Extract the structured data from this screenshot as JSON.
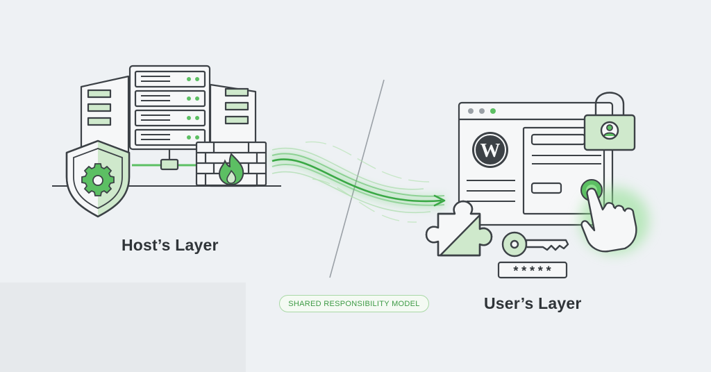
{
  "host_layer": {
    "title": "Host’s Layer"
  },
  "user_layer": {
    "title": "User’s Layer",
    "password_mask": "*****"
  },
  "model_label": "SHARED RESPONSIBILITY MODEL",
  "icons": {
    "host": [
      "server-rack-icon",
      "shield-gear-icon",
      "firewall-icon",
      "network-icon"
    ],
    "user": [
      "browser-window-icon",
      "wordpress-logo-icon",
      "padlock-user-icon",
      "pointer-hand-icon",
      "puzzle-piece-icon",
      "key-icon",
      "password-field-icon"
    ]
  },
  "colors": {
    "accent": "#5cbf63",
    "accent_light": "#cfe9cc",
    "stroke": "#3c4146",
    "background": "#eef1f4"
  }
}
